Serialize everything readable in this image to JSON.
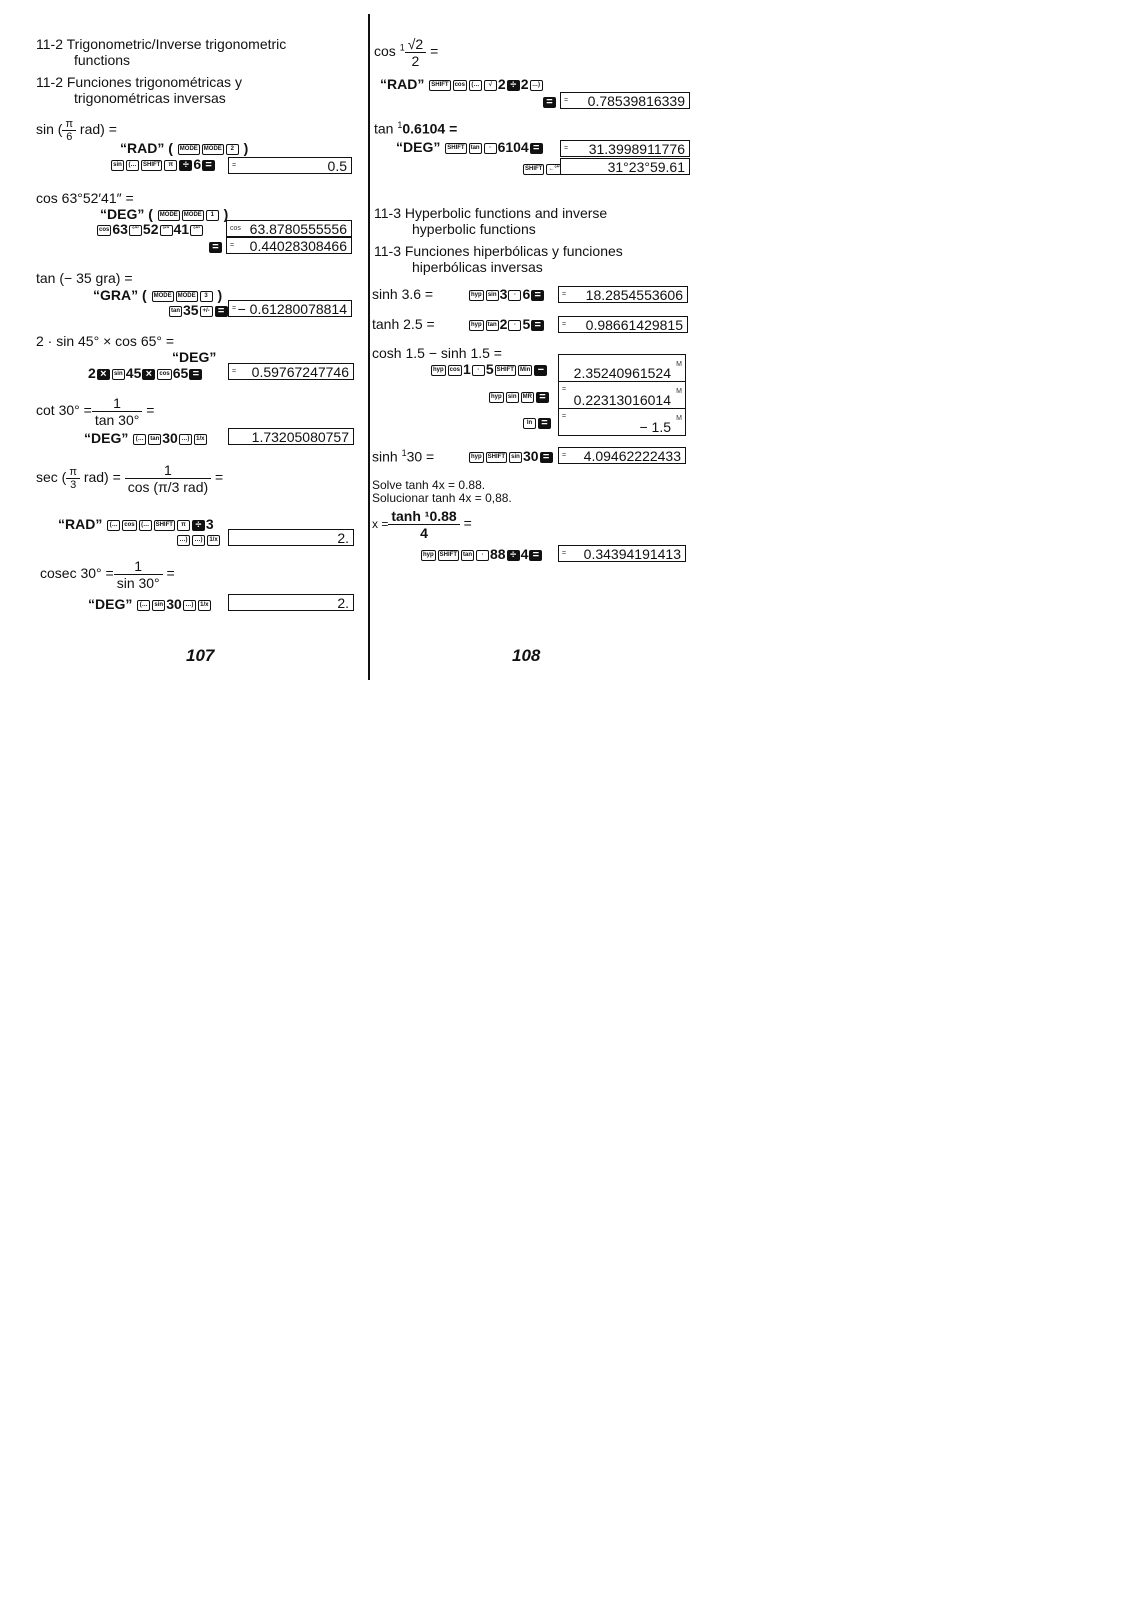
{
  "left": {
    "heading_en": [
      "11-2 Trigonometric/Inverse trigonometric",
      "functions"
    ],
    "heading_es": [
      "11-2 Funciones trigonométricas y",
      "trigonométricas inversas"
    ],
    "ex1": {
      "expr_pre": "sin (",
      "num": "π",
      "den": "6",
      "expr_post": " rad) =",
      "mode": "“RAD”",
      "result": "0.5"
    },
    "ex2": {
      "expr": "cos 63°52′41″ =",
      "mode": "“DEG”",
      "result1_ind": "cos",
      "result1": "63.8780555556",
      "result2": "0.44028308466"
    },
    "ex3": {
      "expr": "tan (− 35 gra) =",
      "mode": "“GRA”",
      "result": "− 0.61280078814"
    },
    "ex4": {
      "expr": "2 · sin 45° × cos 65° =",
      "mode": "“DEG”",
      "result": "0.59767247746"
    },
    "ex5": {
      "expr_pre": "cot 30° =",
      "num": "1",
      "den": "tan 30°",
      "expr_post": " =",
      "mode": "“DEG”",
      "result": "1.73205080757"
    },
    "ex6": {
      "expr_pre": "sec (",
      "num": "π",
      "den": "3",
      "expr_mid": " rad) =",
      "num2": "1",
      "den2": "cos (π/3 rad)",
      "expr_post": " =",
      "mode": "“RAD”",
      "result": "2."
    },
    "ex7": {
      "expr_pre": "cosec 30° =",
      "num": "1",
      "den": "sin 30°",
      "expr_post": " =",
      "mode": "“DEG”",
      "result": "2."
    },
    "page_number": "107"
  },
  "right": {
    "ex1": {
      "expr_pre": "cos",
      "sup": "1",
      "num": "√2",
      "den": "2",
      "expr_post": " =",
      "mode": "“RAD”",
      "result": "0.78539816339"
    },
    "ex2": {
      "expr_pre": "tan",
      "sup": "1",
      "expr_post": "0.6104 =",
      "mode": "“DEG”",
      "keys_num": "6104",
      "result1": "31.3998911776",
      "result2": "31°23°59.61"
    },
    "heading_en": [
      "11-3 Hyperbolic functions and inverse",
      "hyperbolic functions"
    ],
    "heading_es": [
      "11-3 Funciones hiperbólicas y funciones",
      "hiperbólicas inversas"
    ],
    "ex3": {
      "expr": "sinh 3.6 =",
      "result": "18.2854553606"
    },
    "ex4": {
      "expr": "tanh 2.5 =",
      "result": "0.98661429815"
    },
    "ex5": {
      "expr": "cosh 1.5 − sinh 1.5 =",
      "result1": "2.35240961524",
      "result2": "0.22313016014",
      "result3": "− 1.5",
      "mem": "M"
    },
    "ex6": {
      "expr_pre": "sinh",
      "sup": "1",
      "expr_post": "30 =",
      "result": "4.09462222433"
    },
    "solve_en": "Solve tanh 4x = 0.88.",
    "solve_es": "Solucionar tanh 4x = 0,88.",
    "ex7": {
      "lhs": "x =",
      "num": "tanh ¹0.88",
      "den": "4",
      "expr_post": " =",
      "result": "0.34394191413"
    },
    "page_number": "108"
  },
  "keys": {
    "mode": "MODE",
    "sin": "sin",
    "cos": "cos",
    "tan": "tan",
    "shift": "SHIFT",
    "pi": "π",
    "hyp": "hyp",
    "dms": "°′″",
    "inv": "1/x",
    "paren": "(…",
    "paren_close": "…)",
    "sqrt": "√",
    "neg": "+/-",
    "min": "Min",
    "mr": "MR",
    "ln": "ln",
    "dot": "·",
    "deg_conv": "←°′″"
  },
  "colors": {
    "ink": "#111111",
    "paper": "#ffffff"
  }
}
